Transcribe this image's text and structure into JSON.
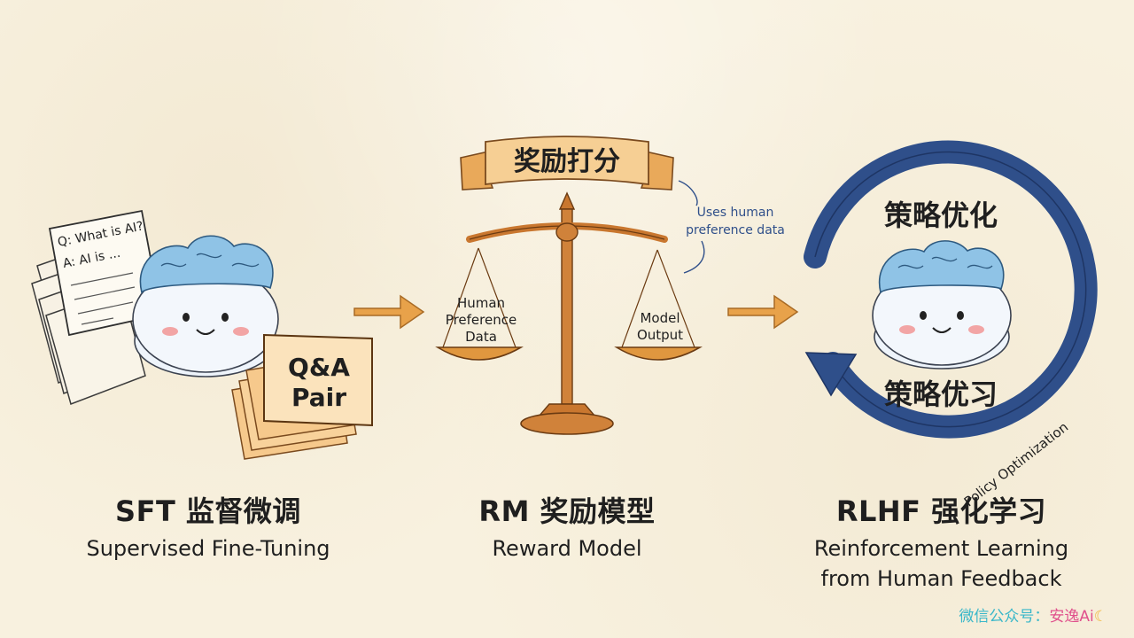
{
  "sft": {
    "doc_line1": "Q: What is AI?",
    "doc_line2": "A: AI is ...",
    "card_line1": "Q&A",
    "card_line2": "Pair",
    "title": "SFT 监督微调",
    "subtitle": "Supervised Fine-Tuning"
  },
  "rm": {
    "banner": "奖励打分",
    "left_pan_line1": "Human",
    "left_pan_line2": "Preference",
    "left_pan_line3": "Data",
    "right_pan_line1": "Model",
    "right_pan_line2": "Output",
    "note_line1": "Uses human",
    "note_line2": "preference data",
    "title": "RM 奖励模型",
    "subtitle": "Reward Model"
  },
  "rlhf": {
    "top_label": "策略优化",
    "bottom_label": "策略优习",
    "arc_label": "Policy Optimization",
    "title": "RLHF 强化学习",
    "subtitle_line1": "Reinforcement Learning",
    "subtitle_line2": "from Human Feedback"
  },
  "watermark": {
    "prefix": "微信公众号：",
    "brand": "安逸Ai"
  },
  "colors": {
    "background": "#f8f1df",
    "brain_blue": "#8fc3e6",
    "scale_orange": "#c9772f",
    "loop_blue": "#2f4f8a",
    "arrow_orange": "#e8a24a"
  }
}
